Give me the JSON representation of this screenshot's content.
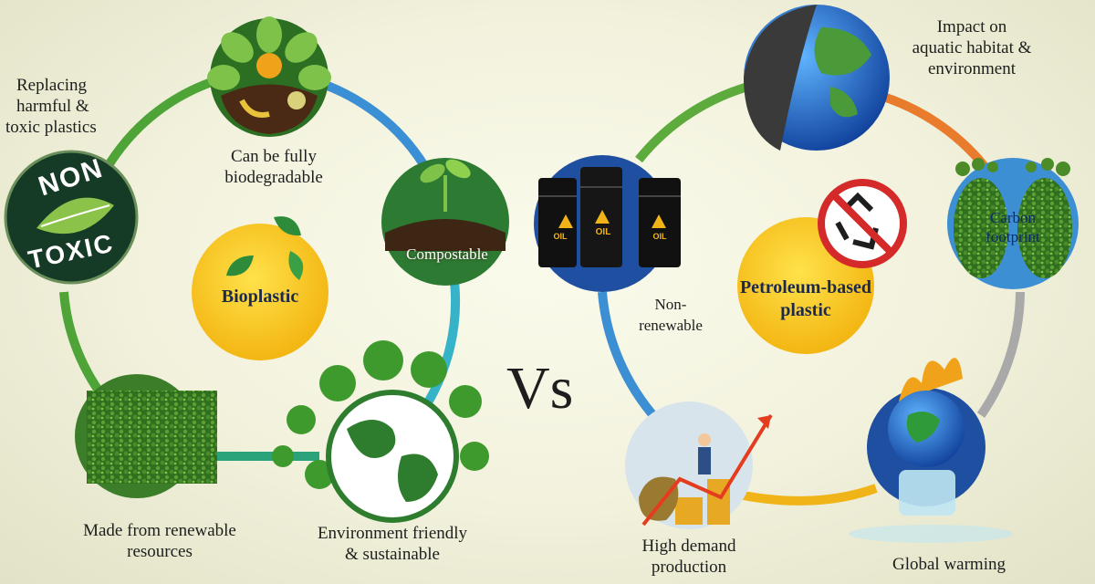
{
  "vs_label": "Vs",
  "bioplastic": {
    "title": "Bioplastic",
    "badge_top": "NON",
    "badge_bottom": "TOXIC",
    "compost_caption": "Compostable",
    "nodes": [
      {
        "id": "replacing",
        "label": [
          "Replacing",
          "harmful &",
          "toxic plastics"
        ]
      },
      {
        "id": "biodegradable",
        "label": [
          "Can be fully",
          "biodegradable"
        ]
      },
      {
        "id": "renewable",
        "label": [
          "Made from renewable",
          "resources"
        ]
      },
      {
        "id": "eco",
        "label": [
          "Environment friendly",
          "& sustainable"
        ]
      }
    ],
    "ring_colors": [
      "#2f8a3a",
      "#3b8fd4",
      "#36b3c9",
      "#2aa37a"
    ]
  },
  "petroleum": {
    "title": [
      "Petroleum-based",
      "plastic"
    ],
    "barrel_text": "OIL",
    "footprint_caption": [
      "Carbon",
      "footprint"
    ],
    "nodes": [
      {
        "id": "aquatic",
        "label": [
          "Impact on",
          "aquatic habitat &",
          "environment"
        ]
      },
      {
        "id": "nonrenewable",
        "label": [
          "Non-",
          "renewable"
        ]
      },
      {
        "id": "demand",
        "label": [
          "High demand",
          "production"
        ]
      },
      {
        "id": "warming",
        "label": [
          "Global warming"
        ]
      }
    ],
    "ring_colors": [
      "#5cab3c",
      "#e87b2c",
      "#a9a9a9",
      "#f0b418",
      "#3d8fd4"
    ]
  },
  "colors": {
    "sun": "#f6c21a",
    "leaf": "#2e8b3a",
    "navy": "#1b2a4a"
  }
}
